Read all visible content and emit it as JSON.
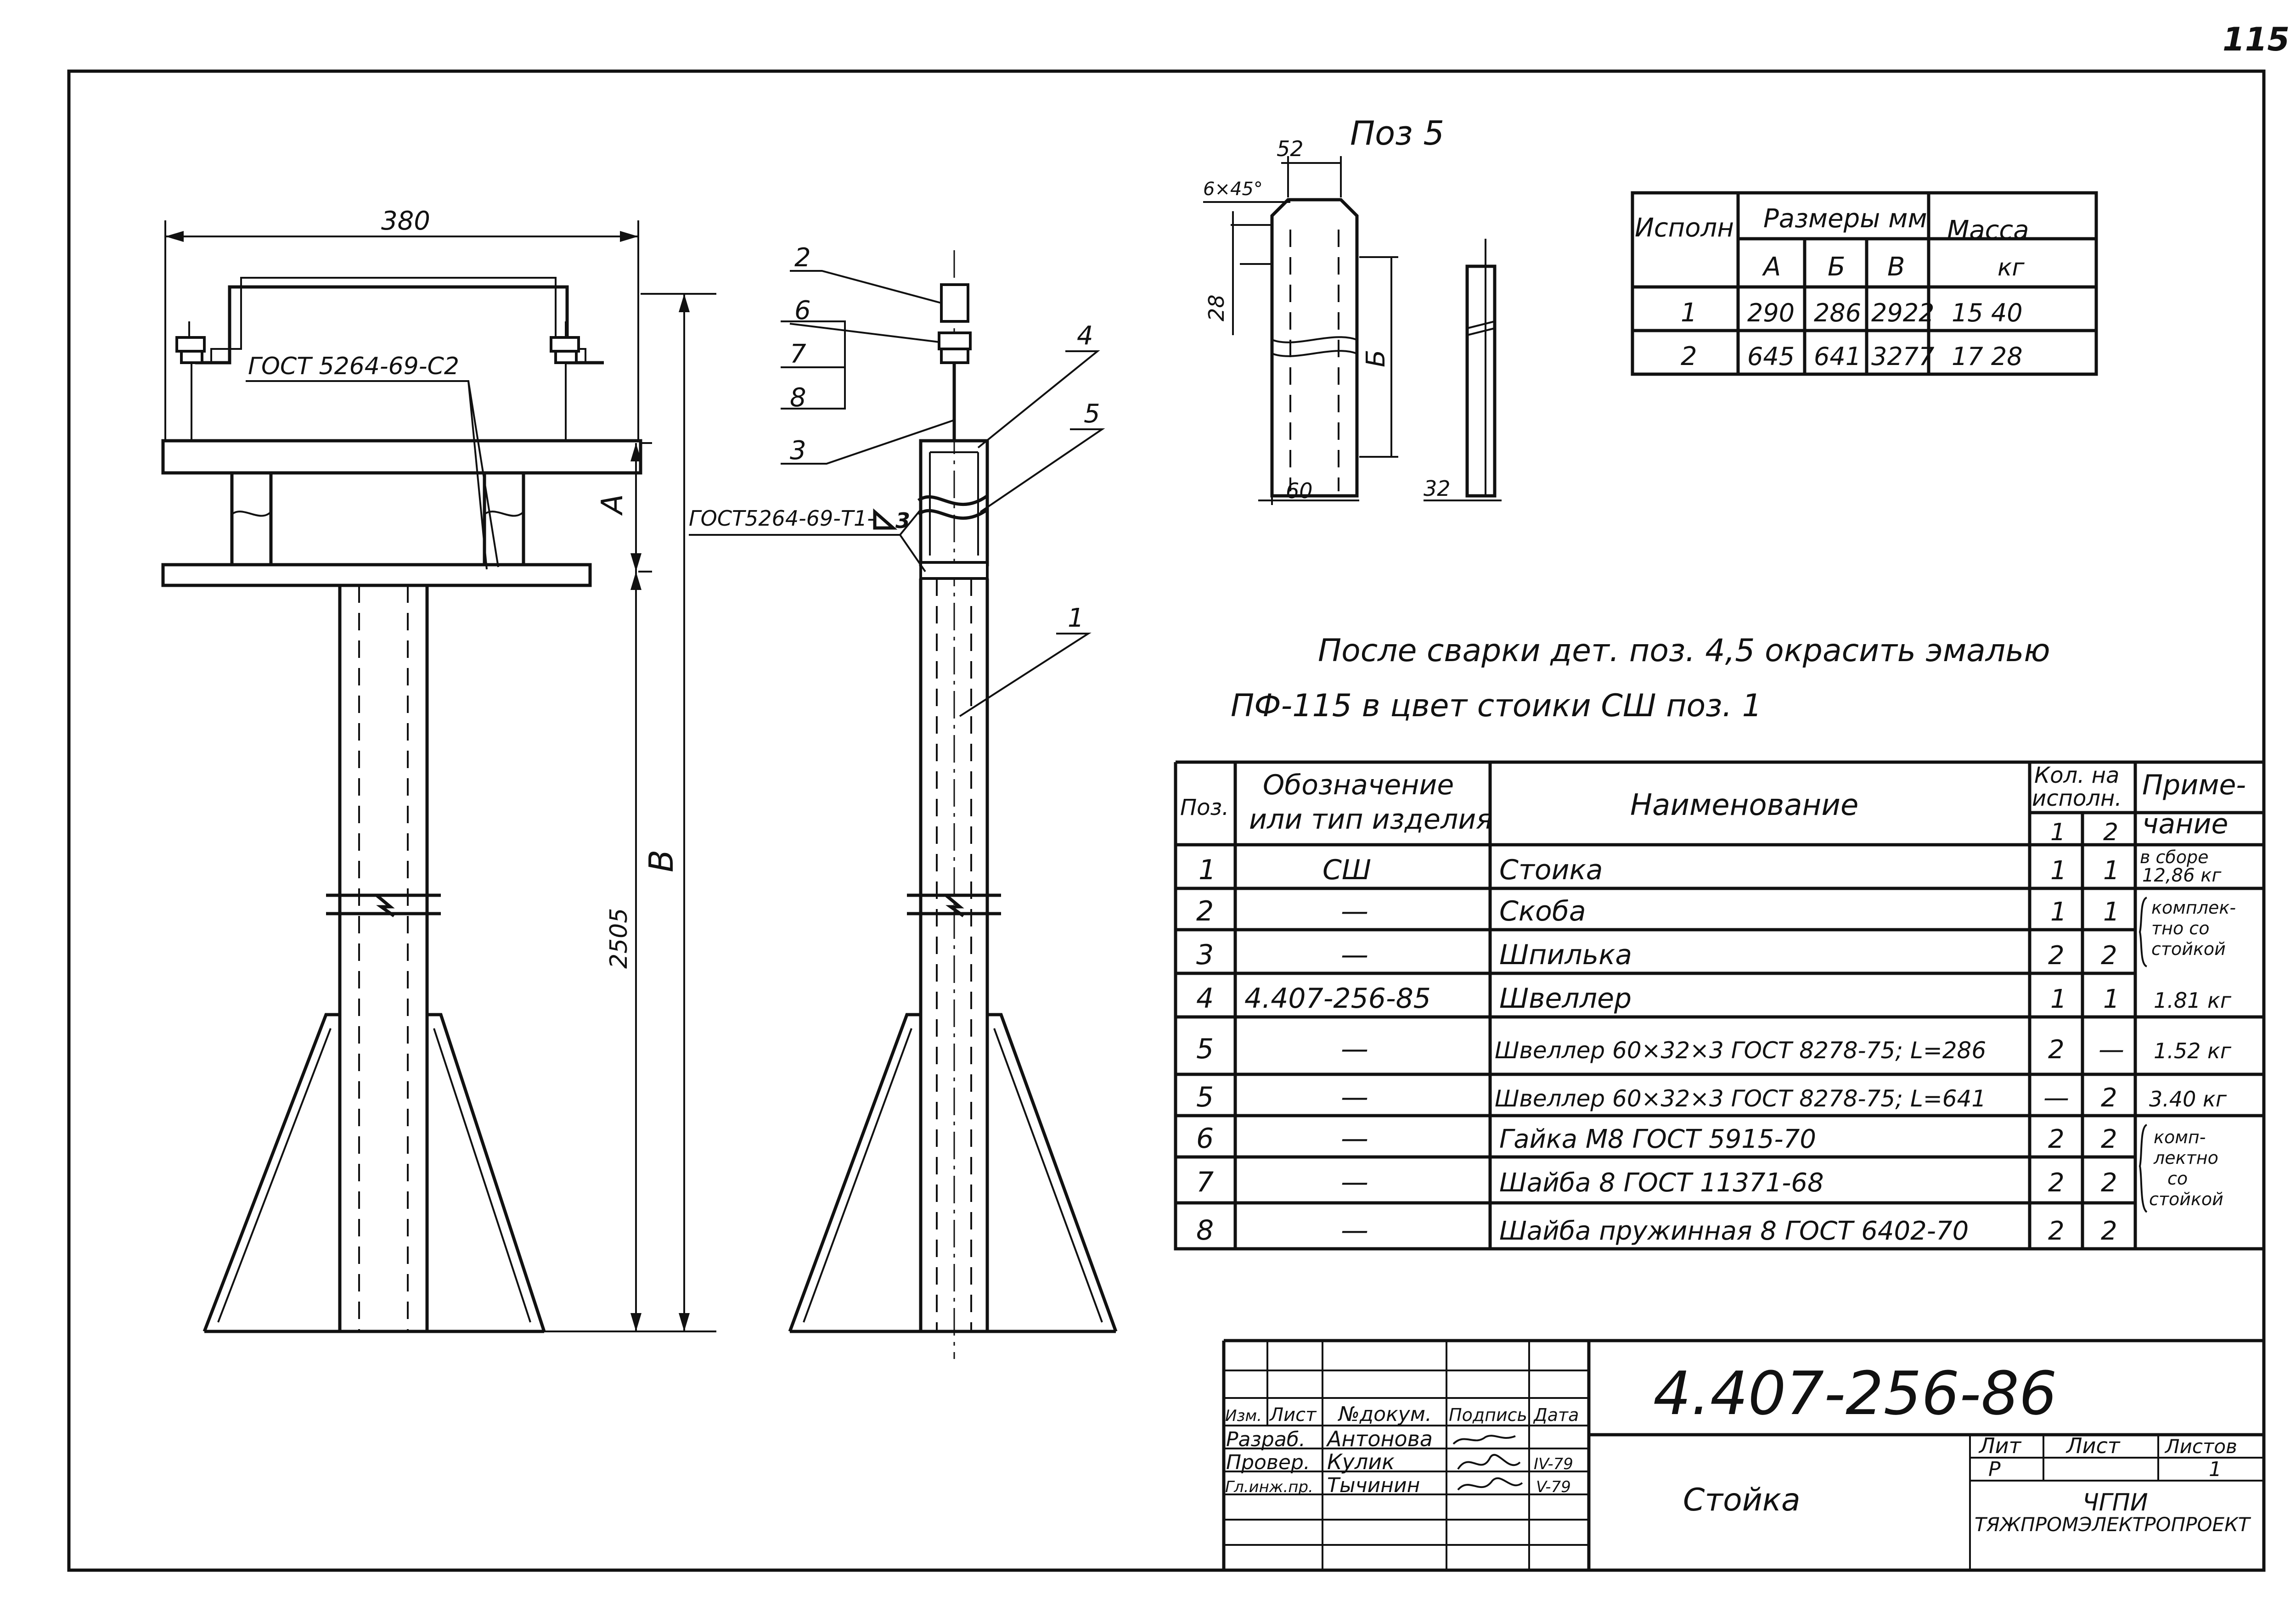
{
  "page_number": "115",
  "pos5_title": "Поз 5",
  "left_view": {
    "width_dim": "380",
    "weld_note": "ГОСТ 5264-69-С2",
    "dim_a": "А",
    "dim_b": "В",
    "dim_total": "2505"
  },
  "side_view": {
    "callouts": [
      "2",
      "6",
      "7",
      "8",
      "3",
      "4",
      "5",
      "1"
    ],
    "weld_note": "ГОСТ5264-69-Т1-",
    "weld_size": "3"
  },
  "pos5_dims": {
    "d52": "52",
    "chamfer": "6×45°",
    "d28": "28",
    "db": "Б",
    "d60": "60",
    "d32": "32"
  },
  "exec_table": {
    "headers": {
      "ispoln": "Исполн",
      "sizes": "Размеры мм",
      "mass": "Масса",
      "a": "А",
      "b": "Б",
      "v": "В",
      "kg": "кг"
    },
    "rows": [
      {
        "n": "1",
        "a": "290",
        "b": "286",
        "v": "2922",
        "m": "15 40"
      },
      {
        "n": "2",
        "a": "645",
        "b": "641",
        "v": "3277",
        "m": "17 28"
      }
    ]
  },
  "note_line1": "После сварки дет. поз. 4,5 окрасить эмалью",
  "note_line2": "ПФ-115 в цвет стоики СШ поз. 1",
  "spec": {
    "h_pos": "Поз.",
    "h_oboz1": "Обозначение",
    "h_oboz2": "или тип изделия",
    "h_name": "Наименование",
    "h_kol1": "Кол. на",
    "h_kol2": "исполн.",
    "h_k1": "1",
    "h_k2": "2",
    "h_prim1": "Приме-",
    "h_prim2": "чание",
    "rows": [
      {
        "pos": "1",
        "oboz": "СШ",
        "name": "Стоика",
        "k1": "1",
        "k2": "1"
      },
      {
        "pos": "2",
        "oboz": "—",
        "name": "Скоба",
        "k1": "1",
        "k2": "1"
      },
      {
        "pos": "3",
        "oboz": "—",
        "name": "Шпилька",
        "k1": "2",
        "k2": "2"
      },
      {
        "pos": "4",
        "oboz": "4.407-256-85",
        "name": "Швеллер",
        "k1": "1",
        "k2": "1"
      },
      {
        "pos": "5",
        "oboz": "—",
        "name": "Швеллер 60×32×3 ГОСТ 8278-75; L=286",
        "k1": "2",
        "k2": "—"
      },
      {
        "pos": "5",
        "oboz": "—",
        "name": "Швеллер 60×32×3 ГОСТ 8278-75; L=641",
        "k1": "—",
        "k2": "2"
      },
      {
        "pos": "6",
        "oboz": "—",
        "name": "Гайка М8 ГОСТ 5915-70",
        "k1": "2",
        "k2": "2"
      },
      {
        "pos": "7",
        "oboz": "—",
        "name": "Шайба 8 ГОСТ 11371-68",
        "k1": "2",
        "k2": "2"
      },
      {
        "pos": "8",
        "oboz": "—",
        "name": "Шайба пружинная 8 ГОСТ 6402-70",
        "k1": "2",
        "k2": "2"
      }
    ],
    "remarks": {
      "r1a": "в сборе",
      "r1b": "12,86 кг",
      "r23a": "комплек-",
      "r23b": "тно со",
      "r23c": "стойкой",
      "r4": "1.81 кг",
      "r5a": "1.52 кг",
      "r5b": "3.40 кг",
      "r68a": "комп-",
      "r68b": "лектно",
      "r68c": "со",
      "r68d": "стойкой"
    }
  },
  "title_block": {
    "doc_number": "4.407-256-86",
    "title": "Стойка",
    "hdr_izm": "Изм.",
    "hdr_list": "Лист",
    "hdr_ndok": "№докум.",
    "hdr_podp": "Подпись",
    "hdr_data": "Дата",
    "r1_role": "Разраб.",
    "r1_name": "Антонова",
    "r2_role": "Провер.",
    "r2_name": "Кулик",
    "r3_role": "Гл.инж.пр.",
    "r3_name": "Тычинин",
    "date1": "IV-79",
    "date2": "V-79",
    "lit_h": "Лит",
    "list_h": "Лист",
    "listov_h": "Листов",
    "lit": "Р",
    "listov": "1",
    "org1": "ЧГПИ",
    "org2": "ТЯЖПРОМЭЛЕКТРОПРОЕКТ"
  }
}
